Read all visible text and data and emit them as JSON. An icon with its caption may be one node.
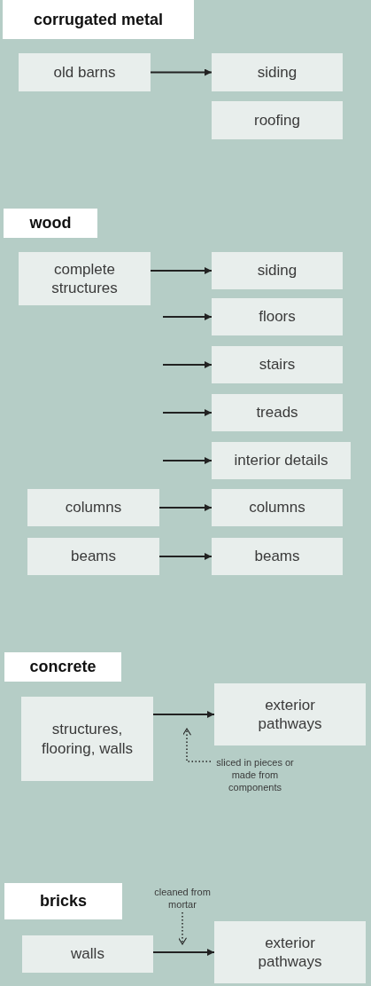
{
  "diagram": {
    "nodes": [
      {
        "text": [
          "corrugated metal"
        ]
      },
      {
        "text": [
          "old barns"
        ]
      },
      {
        "text": [
          "siding"
        ]
      },
      {
        "text": [
          "roofing"
        ]
      },
      {
        "text": [
          "wood"
        ]
      },
      {
        "text": [
          "complete structures"
        ]
      },
      {
        "text": [
          "siding"
        ]
      },
      {
        "text": [
          "floors"
        ]
      },
      {
        "text": [
          "stairs"
        ]
      },
      {
        "text": [
          "treads"
        ]
      },
      {
        "text": [
          "interior details"
        ]
      },
      {
        "text": [
          "columns"
        ]
      },
      {
        "text": [
          "columns"
        ]
      },
      {
        "text": [
          "beams"
        ]
      },
      {
        "text": [
          "beams"
        ]
      },
      {
        "text": [
          "concrete"
        ]
      },
      {
        "text": [
          "structures, flooring, walls"
        ]
      },
      {
        "text": [
          "exterior pathways"
        ]
      },
      {
        "text": [
          "sliced in pieces or made from components"
        ]
      },
      {
        "text": [
          "bricks"
        ]
      },
      {
        "text": [
          "cleaned from mortar"
        ]
      },
      {
        "text": [
          "walls"
        ]
      },
      {
        "text": [
          "exterior pathways"
        ]
      }
    ],
    "edges": [
      {
        "from": 1,
        "to": 2,
        "arrow": "to"
      },
      {
        "from": 5,
        "to": 6,
        "arrow": "to"
      },
      {
        "from": null,
        "to": 7,
        "arrow": "to"
      },
      {
        "from": null,
        "to": 8,
        "arrow": "to"
      },
      {
        "from": null,
        "to": 9,
        "arrow": "to"
      },
      {
        "from": null,
        "to": 10,
        "arrow": "to"
      },
      {
        "from": 11,
        "to": 12,
        "arrow": "to"
      },
      {
        "from": 13,
        "to": 14,
        "arrow": "to"
      },
      {
        "from": 16,
        "to": 17,
        "arrow": "to"
      },
      {
        "from": 18,
        "to": null,
        "arrow": "to",
        "style": "dashed"
      },
      {
        "from": 21,
        "to": 22,
        "arrow": "to"
      },
      {
        "from": 20,
        "to": null,
        "arrow": "to",
        "style": "dashed"
      }
    ]
  }
}
